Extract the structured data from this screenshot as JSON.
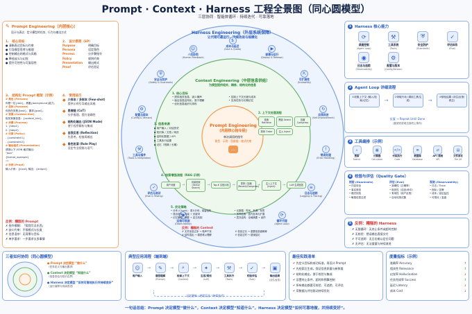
{
  "header": {
    "title": "Prompt · Context · Harness 工程全景图（同心圆模型）",
    "subtitle": "三层协同 · 智能体循环 · 持续迭代 · 可靠落地"
  },
  "prompt_panel": {
    "title": "Prompt Engineering（内层核心）",
    "desc": "设计与表达：定义模型的任务、行为与输出方式",
    "s1_title": "核心目标",
    "s1_items": [
      "清晰表达目标与约束",
      "引导模型思考与推理",
      "控制输出的格式与风格",
      "降低歧义与幻觉",
      "提升可控性与可复现性"
    ],
    "s2_title": "设计原则（6P）",
    "s2_items": [
      {
        "k": "Purpose",
        "v": "明确目标"
      },
      {
        "k": "Persona",
        "v": "设定角色"
      },
      {
        "k": "Process",
        "v": "分步骤指令"
      },
      {
        "k": "Policy",
        "v": "规则约束"
      },
      {
        "k": "Presentation",
        "v": "输出格式"
      },
      {
        "k": "Proof",
        "v": "评估验证"
      }
    ],
    "s3_title": "结构化 Prompt 框架（示例）",
    "s3_items": [
      "# 角色 (Persona)",
      "你是一位{role}，具备{background}能力。",
      "# 目标 (Purpose)",
      "你的任务是{task}，要求{goal}。",
      "# 背景 (Context Hint)",
      "相关背景信息：{context_hint}。",
      "# 步骤 (Process)",
      "1. {step1}",
      "2. {step2}",
      "# 约束 (Policy)",
      "- {constraint1}",
      "- {constraint2}",
      "# 输出格式 (Presentation)",
      "请按以下 JSON 格式输出：",
      "\"json\"",
      "{format_example}",
      "\"\"\"",
      "# 示例 (Proof)",
      "输入示例：{input}  输出：{output}"
    ],
    "s4_title": "常用技巧",
    "s4_items": [
      {
        "k": "少样本 / 多样本 (Few-shot)",
        "v": "提供示例引导输出风格"
      },
      {
        "k": "思维链 (CoT)",
        "v": "分步推理，提升准确性"
      },
      {
        "k": "结构化输出 (JSON Mode)",
        "v": "便于程序解析与集成"
      },
      {
        "k": "自我反思 (Reflection)",
        "v": "先思考，检查再输出"
      },
      {
        "k": "角色扮演 (Role Play)",
        "v": "设定专业视角与语气"
      }
    ],
    "s5_title": "反例：糟糕的 Prompt",
    "s5_items": [
      "指令模糊：「帮我写点东西」",
      "缺少约束：不限格式与长度",
      "信息混杂：无背景与目标",
      "单步要求：一步要求太多事情"
    ]
  },
  "center": {
    "harness_title": "Harness Engineering（外层系统保障）",
    "harness_sub": "让代理可靠运行、持续改进与规模化",
    "context_title": "Context Engineering（中层信息供给）",
    "context_sub": "为模型提供相关、精炼、结构化的信息",
    "prompt_title": "Prompt Engineering",
    "prompt_sub": "(内层核心指令层)",
    "prompt_desc": "单次调用的指令",
    "prompt_desc2": "角色 · 示例 · 思维链 · 格式约束",
    "outer_nodes": [
      {
        "l": "运维可观测",
        "s": "(Observability)",
        "i": "◉"
      },
      {
        "l": "评估与测试",
        "s": "(Eval & Testing)",
        "i": "✓"
      },
      {
        "l": "工具与插件",
        "s": "(Tools & Integration)",
        "i": "⚒"
      },
      {
        "l": "配置与版本",
        "s": "(Config & Version)",
        "i": "⚙"
      },
      {
        "l": "安全与防护",
        "s": "(Safety & Guardrails)",
        "i": "⛨"
      },
      {
        "l": "人机协同",
        "s": "(Human Feedback)",
        "i": "☺"
      },
      {
        "l": "成本与延迟",
        "s": "(Cost & Quota)",
        "i": "$"
      },
      {
        "l": "部署与运行",
        "s": "(Deploy & Release)",
        "i": "▶"
      },
      {
        "l": "可扩展性",
        "s": "(Scalability)",
        "i": "⇱"
      },
      {
        "l": "自我改进",
        "s": "(Self-Improvement)",
        "i": "↻"
      },
      {
        "l": "错误处理",
        "s": "(Error Handling)",
        "i": "!"
      },
      {
        "l": "日志与追踪",
        "s": "(Logging & Tracing)",
        "i": "≡"
      },
      {
        "l": "循环代理",
        "s": "(Agent Loop)",
        "i": "⟳"
      }
    ],
    "c1_title": "1. 核心目标",
    "c1_items": [
      "提供相关信息，减少噪声",
      "保证信息结构化，易于理解",
      "优化信息组织与排布",
      "控制上下文长度与成本",
      "支持任务与长期记忆"
    ],
    "c2_title": "2. 上下文处理流程",
    "c2_steps": [
      "检索 Retrieve",
      "筛选 Select",
      "压缩 Compress",
      "排序 Order",
      "注入 Inject"
    ],
    "c3_title": "3. 信息来源",
    "c3_items": [
      "用户输入 / 对话历史",
      "知识库 / 文档 / 网页",
      "结构化数据 / API",
      "工具执行结果",
      "记忆（短期 / 长期）"
    ],
    "c4_title": "4. 检索增强流程（RAG 示例）",
    "c4_steps": [
      "用户问题",
      "向量检索 (Vector Search)",
      "Top-K 文档片段",
      "重排 / 压缩 (Rerank/Compress)",
      "注入上下文 (Inject)",
      "LLM 生成回答"
    ],
    "c5_title": "5. 优化策略",
    "c5_items": [
      "分块 (Chunk)：语义分块，保留结构",
      "元数据：时间、来源、标签",
      "混合检索：向量 + 关键词",
      "多样检索：迭代查询与扩展",
      "记忆管理：摘要 + 遗忘机制",
      "层次结构：全局摘要 + 细节"
    ],
    "c6_title": "反例：糟糕的 Context",
    "c6_items": [
      "无关信息过多 → 噪声干扰",
      "信息过长 → 重要信息被稀释",
      "结构混乱 → 模型难以理解",
      "信息过时 → 错误结论"
    ]
  },
  "harness_panel": {
    "s1_title": "Harness 核心能力",
    "s1_items": [
      {
        "l": "调度控制",
        "s": "(Agent Loop)",
        "i": "⟳"
      },
      {
        "l": "工具系统",
        "s": "(Tools)",
        "i": "⚒"
      },
      {
        "l": "安全防护",
        "s": "(Guardrails)",
        "i": "⛨"
      },
      {
        "l": "评估体系",
        "s": "(Eval)",
        "i": "✓"
      },
      {
        "l": "日志与追踪",
        "s": "(Observability)",
        "i": "◉"
      },
      {
        "l": "配置与版本",
        "s": "(Config/Version)",
        "i": "⚙"
      }
    ],
    "s2_title": "Agent Loop 详细流程",
    "s2_steps": [
      "①收集上下文 (输入/检索/记忆)",
      "②采取行动 (调用工具/生成)",
      "③核验结果 (评估/反馈/修正)"
    ],
    "s2_note": "反复 → Repeat Until Done",
    "s2_note2": "(直到完成或达到终止条件)",
    "s3_title": "工具编排（示例）",
    "s3_items": [
      {
        "l": "搜索",
        "s": "Search",
        "i": "⌕"
      },
      {
        "l": "计算器",
        "s": "Calculator",
        "i": "▦"
      },
      {
        "l": "代码执行",
        "s": "Code",
        "i": "</>"
      },
      {
        "l": "数据库",
        "s": "Database",
        "i": "≣"
      },
      {
        "l": "API 调用",
        "s": "API",
        "i": "⇄"
      },
      {
        "l": "文件读写",
        "s": "File I/O",
        "i": "▤"
      }
    ],
    "s4_title": "校验与评估（Quality Gate）",
    "s4_cols": [
      {
        "h": "校验 (Guardrails)",
        "items": [
          "内容安全",
          "事实核查",
          "格式校验",
          "敏感信息过滤"
        ]
      },
      {
        "h": "评估 (Eval)",
        "items": [
          "准确性（正确率）",
          "相关性（召回/命中）",
          "有用性（用户反馈）",
          "自动化测试集"
        ]
      },
      {
        "h": "观测 (Observability)",
        "items": [
          "日志 / Trace",
          "指标 / 告警",
          "成本 / 延迟监控",
          "可视化 / 复盘"
        ]
      }
    ],
    "s5_title": "反例：糟糕的 Harness",
    "s5_items": [
      "无限循环：无终止条件或超时控制",
      "无校验：错误输出直接交付",
      "不可追踪：无日志难以定位问题",
      "无评估：无法度量与持续改进"
    ]
  },
  "bottom": {
    "sum_title": "三者如何协同（同心圆模型）",
    "sum_items": [
      {
        "t": "Prompt 决定模型 “做什么”",
        "s": "（任务定义与输出要求）"
      },
      {
        "t": "Context 决定模型 “知道什么”",
        "s": "（信息供给与知识边界）"
      },
      {
        "t": "Harness 决定模型 “如何可靠地执行并持续变好”",
        "s": "（运行保障与持续改进）"
      }
    ],
    "flow_title": "典型应用流程（端到端）",
    "flow_steps": [
      {
        "l": "用户输入",
        "s": "",
        "i": "☺"
      },
      {
        "l": "意图理解",
        "s": "(Prompt)",
        "i": "✎"
      },
      {
        "l": "检索上下文",
        "s": "(Context)",
        "i": "⌕"
      },
      {
        "l": "生成/规划",
        "s": "(LLM)",
        "i": "✦"
      },
      {
        "l": "工具执行",
        "s": "(Tools)",
        "i": "⚒"
      },
      {
        "l": "校验评估",
        "s": "(Eval)",
        "i": "✓"
      },
      {
        "l": "输出结果",
        "s": "(交付/反馈)",
        "i": "▣"
      }
    ],
    "flow_note": "记忆更新 / 经验沉淀（持续迭代）",
    "best_title": "最佳实践清单",
    "best_items": [
      "先定义目标和成功标准，再设计 Prompt",
      "先检索后生成，保证信息质量与新鲜度",
      "结构化输出，便于校验与集成",
      "设置终止条件、超时和预算控制",
      "所有输出都要可校验、可追踪、可评估",
      "用数据与评估驱动持续优化"
    ],
    "metric_title": "度量指标（示例）",
    "metrics": [
      {
        "k": "准确率 Accuracy",
        "d": "↑"
      },
      {
        "k": "相关性 Relevance",
        "d": "↑"
      },
      {
        "k": "幻觉率 Hallucination",
        "d": "↓"
      },
      {
        "k": "任务完成率 Success",
        "d": "↑"
      },
      {
        "k": "延迟 Latency",
        "d": "↓"
      },
      {
        "k": "成本 Cost",
        "d": "↓"
      }
    ]
  },
  "footer": {
    "text": "一句话总结：Prompt 决定模型“做什么”，Context 决定模型“知道什么”，Harness 决定模型“如何可靠地做，并持续变好”。"
  },
  "colors": {
    "prompt": "#e66f1c",
    "context": "#2f8a3b",
    "harness": "#2a5cc4"
  }
}
